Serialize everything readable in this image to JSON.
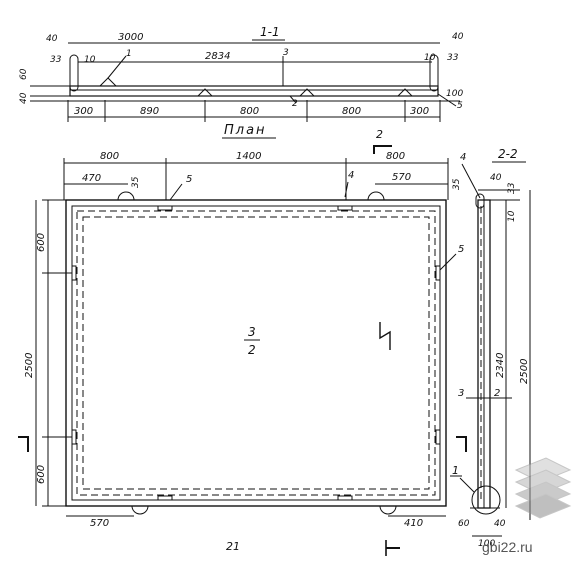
{
  "section_1_1": {
    "title": "1-1",
    "dim_total": "3000",
    "dim_inner": "2834",
    "dim_left_40": "40",
    "dim_left_33": "33",
    "dim_left_10": "10",
    "dim_right_40": "40",
    "dim_right_33": "33",
    "dim_right_10": "10",
    "dim_height_60": "60",
    "dim_height_40": "40",
    "dim_height_100": "100",
    "bottom_dims": [
      "300",
      "890",
      "800",
      "800",
      "300"
    ],
    "marks": [
      "1",
      "3",
      "2",
      "5"
    ]
  },
  "plan": {
    "title": "План",
    "section_mark_2": "2",
    "top_dims": [
      "800",
      "1400",
      "800"
    ],
    "top_sub_dims": [
      "470",
      "35",
      "570"
    ],
    "marks_top": [
      "5",
      "4"
    ],
    "mark_right": "5",
    "left_dims": [
      "600",
      "2500",
      "600"
    ],
    "center_mark_top": "3",
    "center_mark_bottom": "2",
    "bottom_dims": [
      "570",
      "410"
    ],
    "page_number": "21"
  },
  "section_2_2": {
    "title": "2-2",
    "mark_4": "4",
    "dim_35": "35",
    "dim_40_top": "40",
    "dim_33": "33",
    "dim_10": "10",
    "dim_2340": "2340",
    "dim_2500": "2500",
    "mark_3": "3",
    "mark_2": "2",
    "mark_1": "1",
    "dim_60": "60",
    "dim_40_bottom": "40",
    "dim_100": "100"
  },
  "watermark": "gbi22.ru"
}
